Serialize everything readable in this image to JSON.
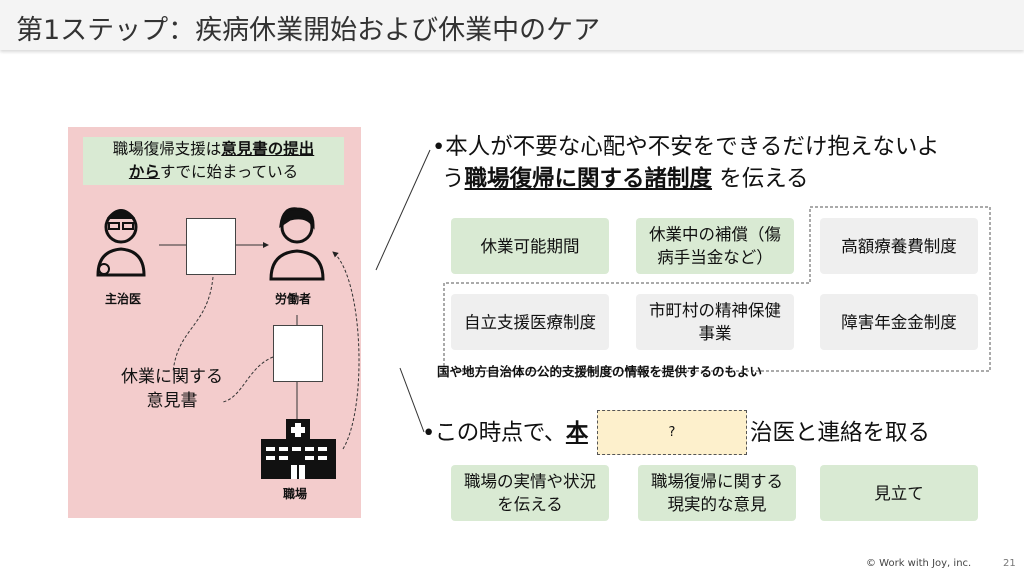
{
  "header": {
    "title": "第1ステップ：疾病休業開始および休業中のケア"
  },
  "diagram": {
    "callout": {
      "part1": "職場復帰支援は",
      "part2_bold": "意見書の提出",
      "part3_bold": "から",
      "part4": "すでに始まっている"
    },
    "doctor_label": "主治医",
    "worker_label": "労働者",
    "workplace_label": "職場",
    "document_note": "休業に関する意見書"
  },
  "section1": {
    "bullet_line1": "•本人が不要な心配や不安をできるだけ抱えないよ",
    "bullet_line2_prefix": "う",
    "bullet_line2_bold": "職場復帰に関する諸制度",
    "bullet_line2_suffix": "を伝える",
    "items": [
      {
        "label": "休業可能期間"
      },
      {
        "label": "休業中の補償（傷病手当金など）"
      },
      {
        "label": "高額療養費制度"
      },
      {
        "label": "自立支援医療制度"
      },
      {
        "label": "市町村の精神保健事業"
      },
      {
        "label": "障害年金金制度"
      }
    ],
    "note": "国や地方自治体の公的支援制度の情報を提供するのもよい"
  },
  "section2": {
    "bullet_prefix": "•この時点で、",
    "bullet_bold": "本",
    "bullet_suffix": "治医と連絡を取る",
    "hidden_placeholder": "?",
    "items": [
      {
        "label": "職場の実情や状況を伝える"
      },
      {
        "label": "職場復帰に関する現実的な意見"
      },
      {
        "label": "見立て"
      }
    ]
  },
  "footer": {
    "copyright": "© Work with Joy, inc.",
    "page": "21"
  }
}
